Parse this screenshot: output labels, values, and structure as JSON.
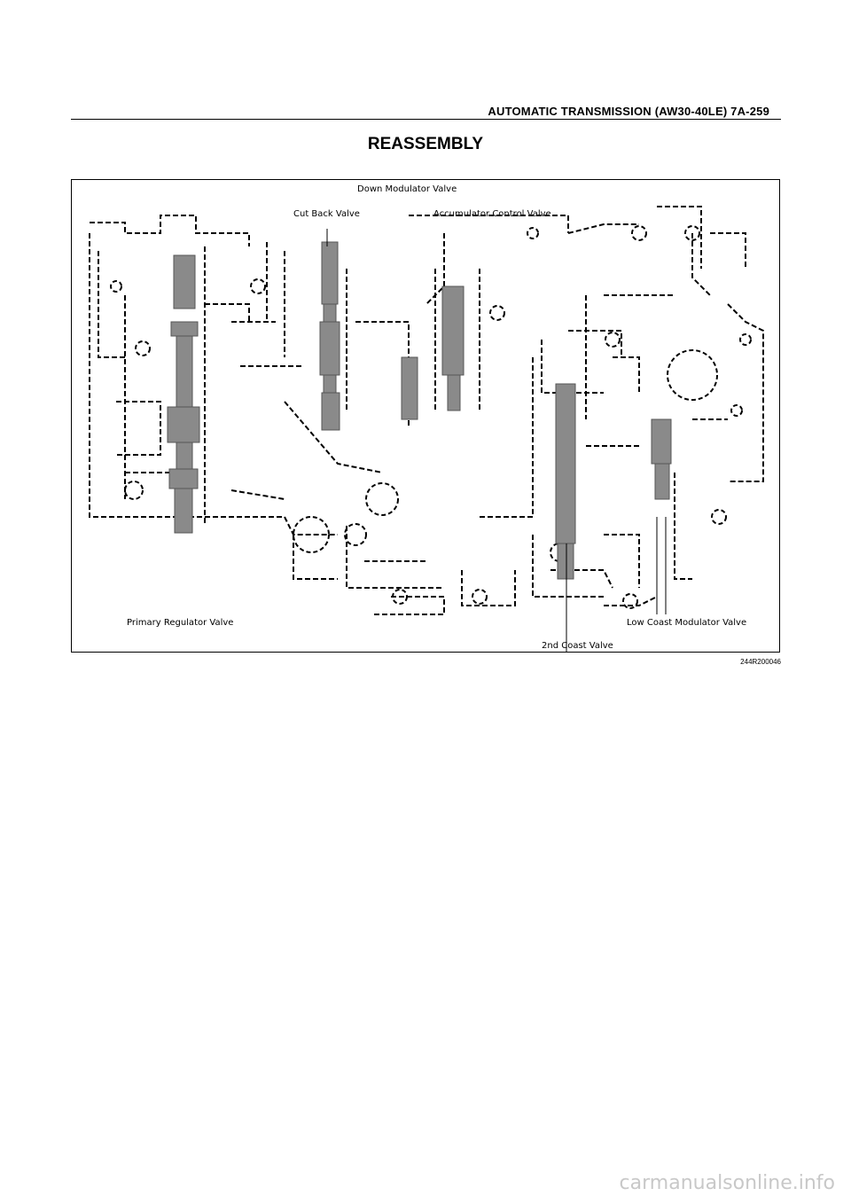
{
  "header": {
    "title": "AUTOMATIC TRANSMISSION (AW30-40LE)  7A-259"
  },
  "section": {
    "title": "REASSEMBLY"
  },
  "figure": {
    "callouts": {
      "down_modulator_valve": "Down Modulator Valve",
      "cut_back_valve": "Cut Back Valve",
      "accumulator_control_valve": "Accumulator Control Valve",
      "primary_regulator_valve": "Primary Regulator Valve",
      "low_coast_modulator_valve": "Low Coast Modulator Valve",
      "second_valve": "2nd Coast Valve"
    },
    "code": "244R200046"
  },
  "watermark": "carmanualsonline.info"
}
